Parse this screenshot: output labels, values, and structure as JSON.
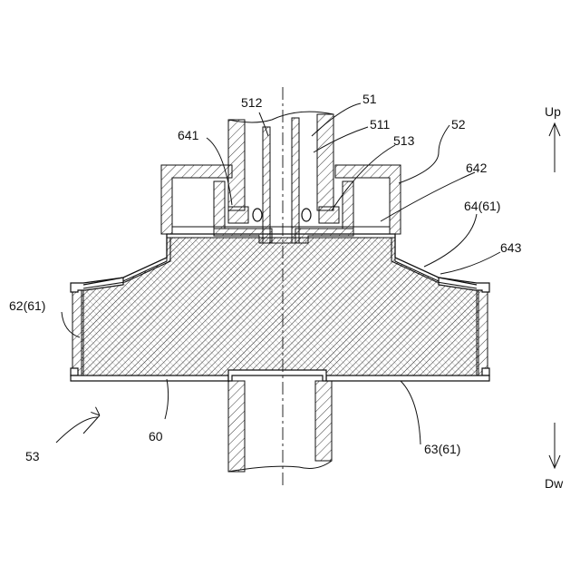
{
  "labels": {
    "l512": "512",
    "l51": "51",
    "l511": "511",
    "l641": "641",
    "l513": "513",
    "l52": "52",
    "l642": "642",
    "l64": "64(61)",
    "l643": "643",
    "l62": "62(61)",
    "l60": "60",
    "l53": "53",
    "l63": "63(61)",
    "up": "Up",
    "dw": "Dw"
  }
}
